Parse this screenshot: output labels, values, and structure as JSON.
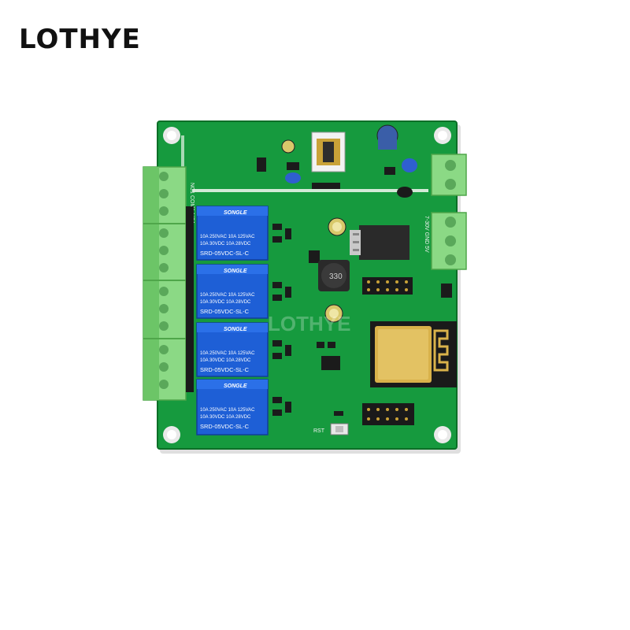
{
  "brand": {
    "name": "LOTHYE"
  },
  "watermark": "LOTHYE",
  "board": {
    "relay_brand": "SONGLE",
    "relay_model": "SRD-05VDC-SL-C",
    "relay_rating_line1": "10A 250VAC 10A 125VAC",
    "relay_rating_line2": "10A 30VDC 10A 28VDC",
    "inductor_marking": "330",
    "reset_label": "RST",
    "terminal_label": "NC1 COM1 NO1",
    "power_label": "7-30V GND 5V",
    "colors": {
      "pcb": "#169a3e",
      "pcb_dark": "#0e7a2e",
      "terminal": "#7fd27a",
      "relay": "#1e5fd6",
      "module": "#d9b24a"
    }
  }
}
